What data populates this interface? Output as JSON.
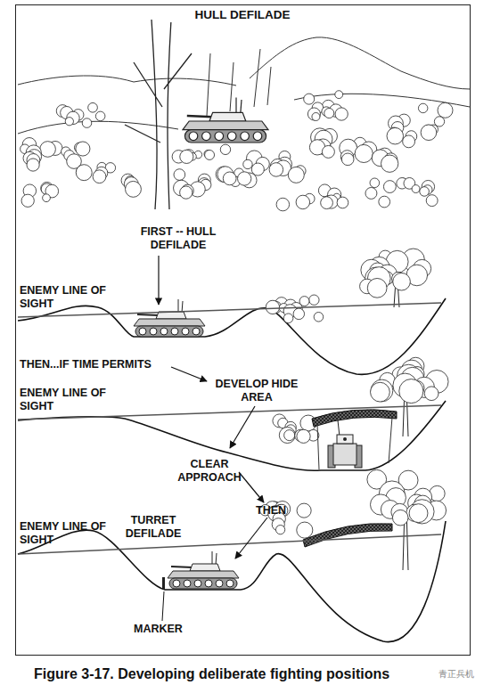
{
  "diagram": {
    "title": "HULL DEFILADE",
    "caption": "Figure 3-17. Developing deliberate fighting positions",
    "labels": [
      "FIRST -- HULL DEFILADE",
      "ENEMY LINE OF SIGHT",
      "THEN...IF TIME PERMITS",
      "DEVELOP HIDE AREA",
      "ENEMY LINE OF SIGHT",
      "CLEAR APPROACH",
      "THEN",
      "ENEMY LINE OF SIGHT",
      "TURRET DEFILADE",
      "MARKER",
      "青正兵机"
    ]
  }
}
